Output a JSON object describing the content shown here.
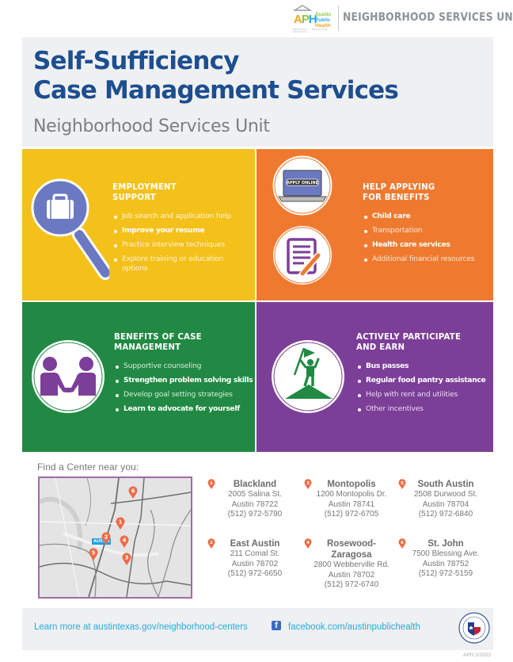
{
  "brand": {
    "logo_letters": [
      "A",
      "P",
      "H"
    ],
    "logo_words": [
      "Austin",
      "Public",
      "Health"
    ],
    "logo_tagline": "PREVENT · PROMOTE · PROTECT",
    "unit_title": "NEIGHBORHOOD SERVICES UNIT",
    "colors": {
      "navy": "#1d4e8f",
      "yellow": "#f4c01a",
      "orange": "#ef7a2f",
      "green": "#218943",
      "purple": "#7c3f98",
      "link": "#29a9df",
      "pin": "#ef6a45"
    }
  },
  "header": {
    "title_line1": "Self-Sufficiency",
    "title_line2": "Case Management Services",
    "subtitle": "Neighborhood Services Unit"
  },
  "sections": [
    {
      "title_line1": "EMPLOYMENT",
      "title_line2": "SUPPORT",
      "icon": "magnifier-briefcase-icon",
      "items": [
        {
          "text": "Job search and application help",
          "bold": false
        },
        {
          "text": "Improve your resume",
          "bold": true
        },
        {
          "text": "Practice interview techniques",
          "bold": false
        },
        {
          "text": "Explore training or education options",
          "bold": false
        }
      ]
    },
    {
      "title_line1": "HELP APPLYING",
      "title_line2": "FOR BENEFITS",
      "icon": "laptop-apply-online-icon",
      "icon_label": "APPLY ONLINE",
      "icon2": "form-pen-icon",
      "items": [
        {
          "text": "Child care",
          "bold": true
        },
        {
          "text": "Transportation",
          "bold": false
        },
        {
          "text": "Health care services",
          "bold": true
        },
        {
          "text": "Additional financial resources",
          "bold": false
        }
      ]
    },
    {
      "title_line1": "BENEFITS OF CASE",
      "title_line2": "MANAGEMENT",
      "icon": "handshake-icon",
      "items": [
        {
          "text": "Supportive counseling",
          "bold": false
        },
        {
          "text": "Strengthen problem solving skills",
          "bold": true
        },
        {
          "text": "Develop goal setting strategies",
          "bold": false
        },
        {
          "text": "Learn to advocate for yourself",
          "bold": true
        }
      ]
    },
    {
      "title_line1": "ACTIVELY PARTICIPATE",
      "title_line2": "AND EARN",
      "icon": "person-flag-summit-icon",
      "items": [
        {
          "text": "Bus passes",
          "bold": true
        },
        {
          "text": "Regular food pantry assistance",
          "bold": true
        },
        {
          "text": "Help with rent and utilities",
          "bold": false
        },
        {
          "text": "Other incentives",
          "bold": false
        }
      ]
    }
  ],
  "locator": {
    "heading": "Find a Center near you:",
    "map_label": "AUSTIN",
    "centers": [
      {
        "num": "1",
        "name": "Blackland",
        "address": "2005 Salina St.",
        "city": "Austin 78722",
        "phone": "(512) 972-5790"
      },
      {
        "num": "2",
        "name": "East Austin",
        "address": "211 Comal St.",
        "city": "Austin 78702",
        "phone": "(512) 972-6650"
      },
      {
        "num": "3",
        "name": "Montopolis",
        "address": "1200 Montopolis Dr.",
        "city": "Austin 78741",
        "phone": "(512) 972-6705"
      },
      {
        "num": "4",
        "name": "Rosewood-",
        "name2": "Zaragosa",
        "address": "2800 Webberville Rd.",
        "city": "Austin 78702",
        "phone": "(512) 972-6740"
      },
      {
        "num": "5",
        "name": "South Austin",
        "address": "2508 Durwood St.",
        "city": "Austin 78704",
        "phone": "(512) 972-6840"
      },
      {
        "num": "6",
        "name": "St. John",
        "address": "7500 Blessing Ave.",
        "city": "Austin 78752",
        "phone": "(512) 972-5159"
      }
    ]
  },
  "footer": {
    "website": "Learn more at austintexas.gov/neighborhood-centers",
    "facebook": "facebook.com/austinpublichealth",
    "facebook_glyph": "f",
    "revision": "APH 2/2023"
  }
}
